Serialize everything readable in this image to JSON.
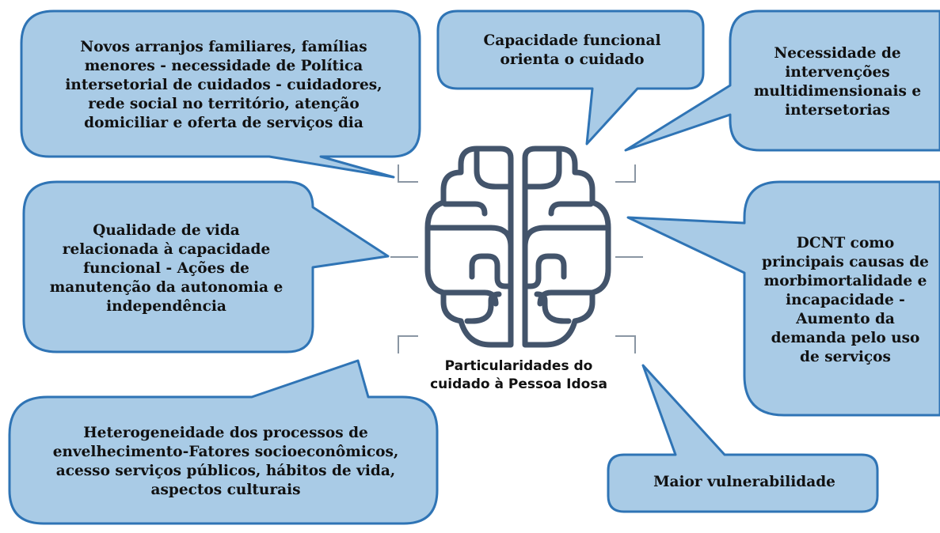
{
  "diagram": {
    "center_label": {
      "line1": "Particularidades do",
      "line2": "cuidado à Pessoa Idosa"
    },
    "callouts": {
      "family": "Novos arranjos familiares, famílias menores - necessidade de Política intersetorial de cuidados - cuidadores, rede social no território, atenção domiciliar e oferta de serviços dia",
      "functional_capacity": "Capacidade funcional orienta o cuidado",
      "interventions": "Necessidade de intervenções multidimensionais e intersetorias",
      "quality_of_life": "Qualidade de vida relacionada à capacidade funcional - Ações de manutenção da autonomia e independência",
      "dcnt": "DCNT como principais causas de morbimortalidade e incapacidade - Aumento da demanda pelo uso de serviços",
      "heterogeneity": "Heterogeneidade dos processos de envelhecimento-Fatores socioeconômicos, acesso serviços públicos, hábitos de vida, aspectos culturais",
      "vulnerability": "Maior vulnerabilidade"
    },
    "colors": {
      "bubble_fill": "#a9cbe6",
      "bubble_stroke": "#2f74b5",
      "brain_stroke": "#43546b",
      "tick_stroke": "#8a96a3"
    },
    "icons": [
      "brain-icon"
    ]
  }
}
